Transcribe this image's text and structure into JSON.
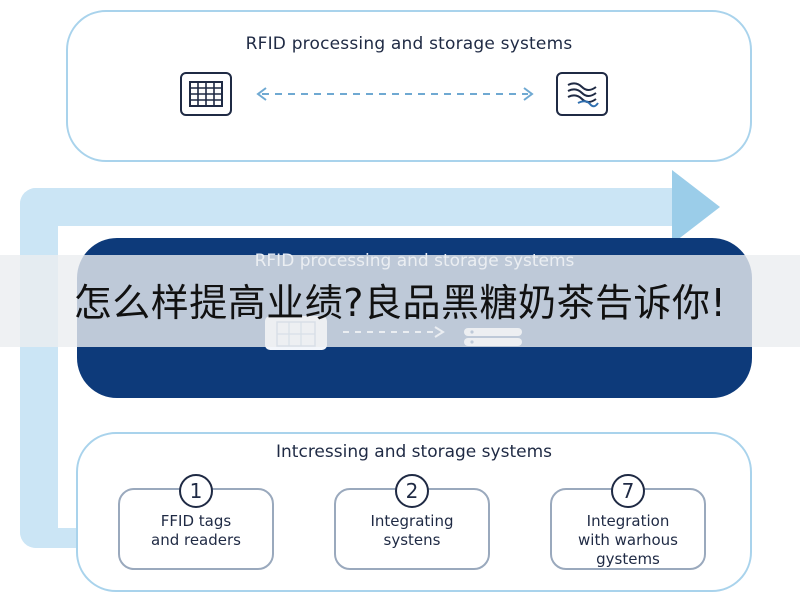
{
  "top_panel": {
    "title": "RFID processing and storage systems",
    "left_icon": "grid-table-icon",
    "right_icon": "wave-storage-icon"
  },
  "middle_panel": {
    "title": "RFID processing and storage systems",
    "left_icon": "grid-table-icon",
    "right_icon": "server-stack-icon"
  },
  "caption": "怎么样提高业绩?良品黑糖奶茶告诉你!",
  "bottom_panel": {
    "title": "Intcressing and storage systems",
    "steps": [
      {
        "number": "1",
        "label": "FFID tags\nand readers"
      },
      {
        "number": "2",
        "label": "Integrating\nsystens"
      },
      {
        "number": "7",
        "label": "Integration\nwith warhous\ngystems"
      }
    ]
  },
  "colors": {
    "flow_arrow": "#cbe5f5",
    "panel_border": "#a9d3ec",
    "dark_band": "#0d3a7a",
    "text": "#1f2a44"
  }
}
